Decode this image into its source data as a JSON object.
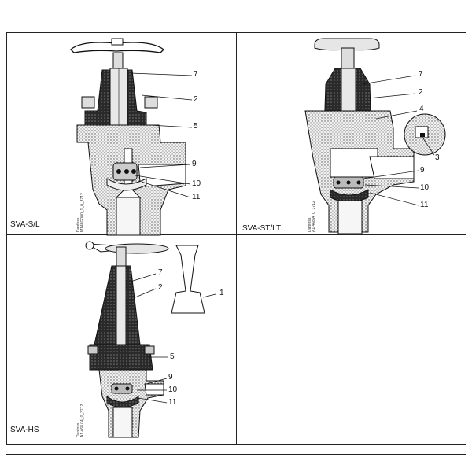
{
  "panels": [
    {
      "model": "SVA-S/L",
      "ref": [
        "Danfoss",
        "M148G000_1_0_3712"
      ],
      "callouts": [
        "7",
        "2",
        "5",
        "9",
        "10",
        "11"
      ]
    },
    {
      "model": "SVA-ST/LT",
      "ref": [
        "Danfoss",
        "A1 468 A_0_3712"
      ],
      "callouts": [
        "7",
        "2",
        "4",
        "3",
        "9",
        "10",
        "11"
      ]
    },
    {
      "model": "SVA-HS",
      "ref": [
        "Danfoss",
        "A1 468 04_0_3712"
      ],
      "callouts": [
        "1",
        "7",
        "2",
        "5",
        "9",
        "10",
        "11"
      ]
    }
  ],
  "colors": {
    "line": "#111111",
    "dark": "#2a2a2a",
    "stipple": "#9a9a9a",
    "light": "#ececec"
  }
}
